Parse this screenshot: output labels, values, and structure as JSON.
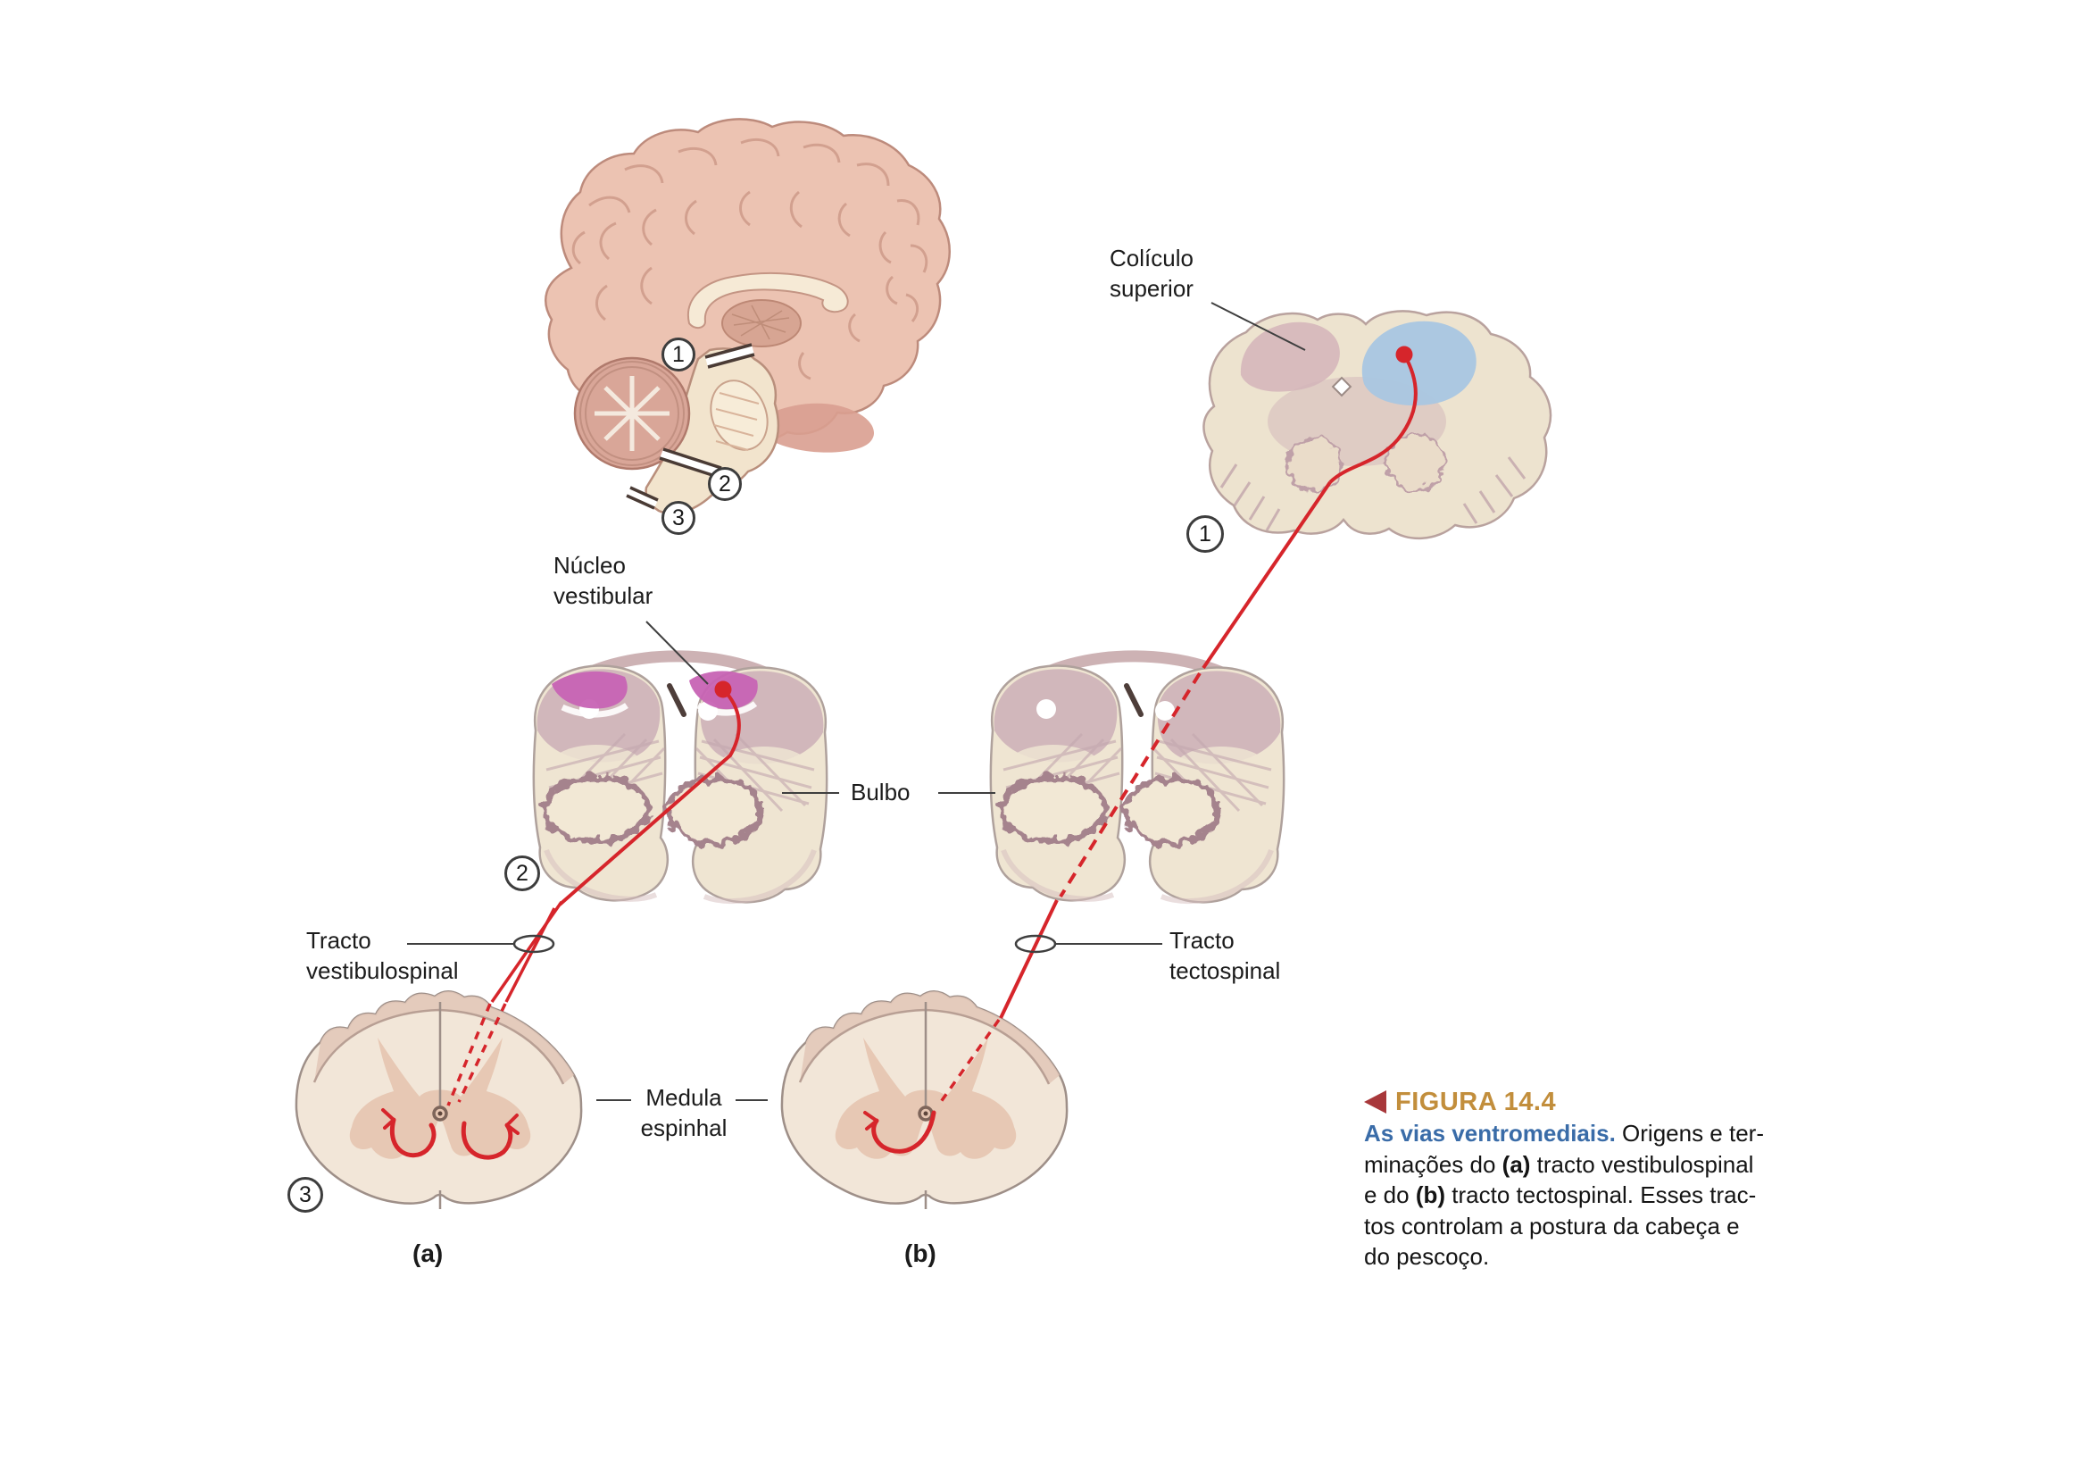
{
  "figure": {
    "anatomy_labels": {
      "coliculo_superior_line1": "Colículo",
      "coliculo_superior_line2": "superior",
      "nucleo_vestibular_line1": "Núcleo",
      "nucleo_vestibular_line2": "vestibular",
      "bulbo": "Bulbo",
      "tracto_vestibulospinal_line1": "Tracto",
      "tracto_vestibulospinal_line2": "vestibulospinal",
      "tracto_tectospinal_line1": "Tracto",
      "tracto_tectospinal_line2": "tectospinal",
      "medula_espinhal_line1": "Medula",
      "medula_espinhal_line2": "espinhal"
    },
    "panel_labels": {
      "a": "(a)",
      "b": "(b)"
    },
    "level_markers": {
      "brain": [
        "1",
        "2",
        "3"
      ],
      "midbrain_section": "1",
      "bulbo_section": "2",
      "medula_section": "3"
    },
    "caption": {
      "figure_number": "FIGURA 14.4",
      "title": "As vias ventromediais.",
      "line1_rest": " Origens e ter-",
      "line2_pre": "minações do ",
      "line2_bold": "(a)",
      "line2_rest": " tracto vestibulospinal",
      "line3_pre": "e do ",
      "line3_bold": "(b)",
      "line3_rest": " tracto tectospinal. Esses trac-",
      "line4": "tos controlam a postura da cabeça e",
      "line5": "do pescoço."
    },
    "colors": {
      "tract_red": "#d6252b",
      "colliculus_blue": "#a9c6e2",
      "vestibular_nucleus_magenta": "#c763b4",
      "section_cream": "#efe5d2",
      "section_mauve": "#cdb1b8",
      "figure_number_gold": "#c28e3c",
      "caption_title_blue": "#3a6ca8",
      "caption_marker_red": "#a8383b"
    }
  }
}
